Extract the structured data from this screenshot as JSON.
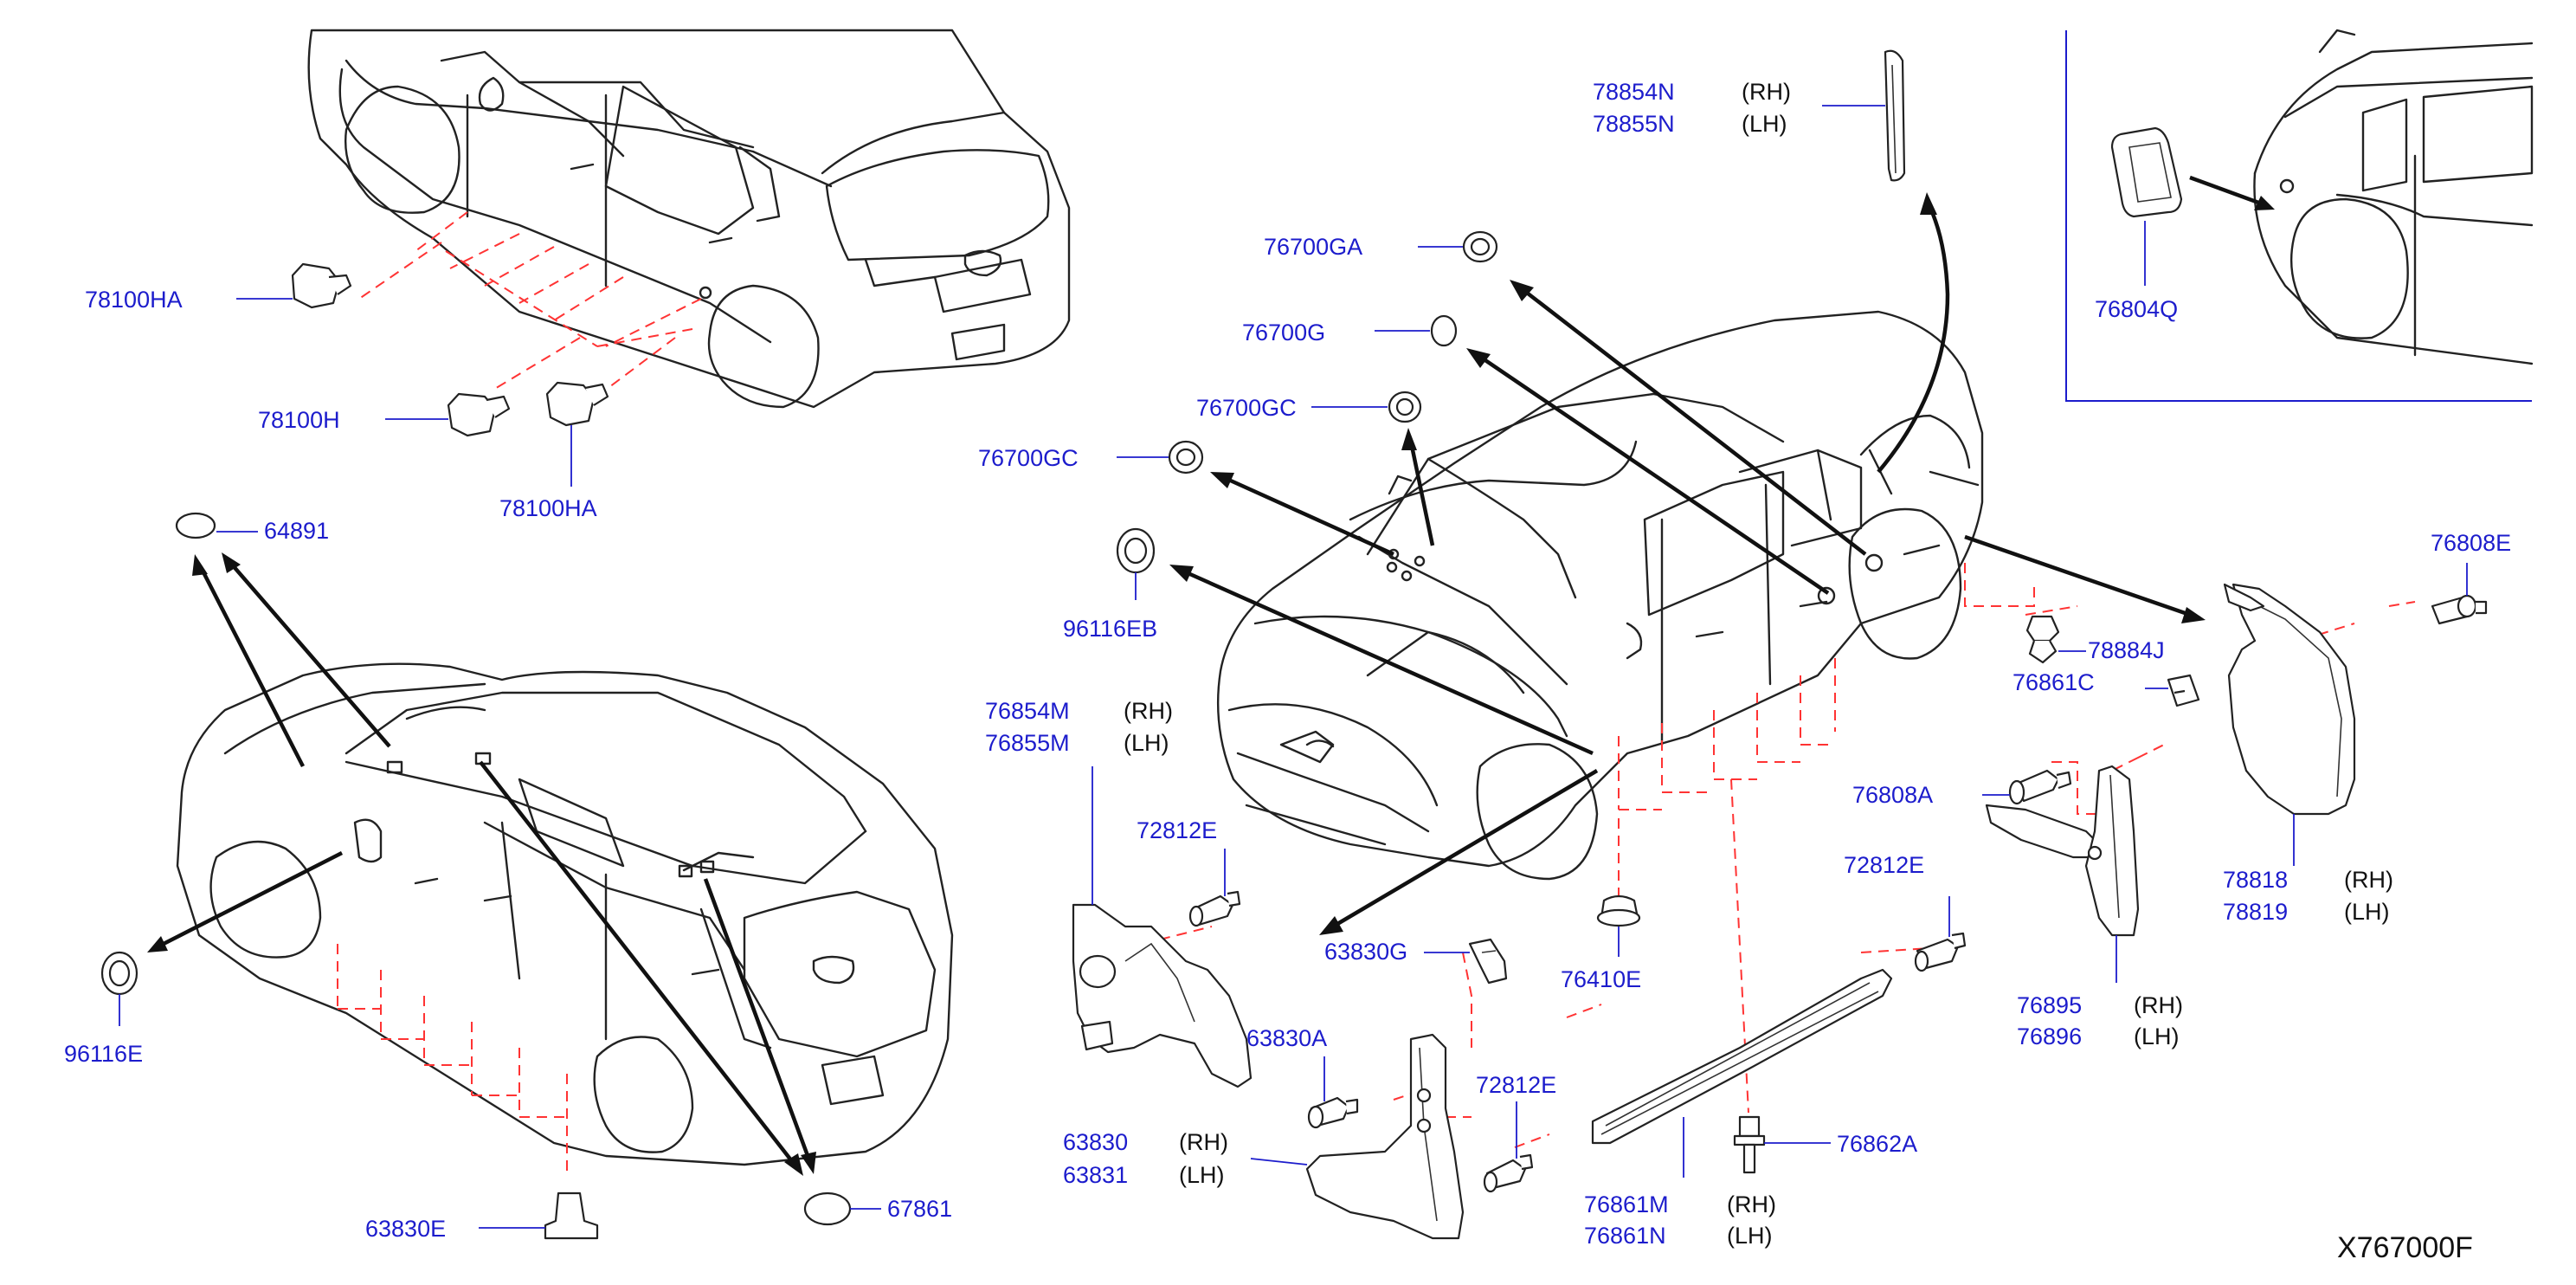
{
  "labels": {
    "p78100HA_top": "78100HA",
    "p78100H": "78100H",
    "p78100HA_bot": "78100HA",
    "p64891": "64891",
    "p96116E": "96116E",
    "p63830E": "63830E",
    "p67861": "67861",
    "p78854N": "78854N",
    "p78855N": "78855N",
    "p76700GA": "76700GA",
    "p76700G": "76700G",
    "p76700GC_a": "76700GC",
    "p76700GC_b": "76700GC",
    "p96116EB": "96116EB",
    "p76804Q": "76804Q",
    "p76808E": "76808E",
    "p78884J": "78884J",
    "p76861C": "76861C",
    "p76808A": "76808A",
    "p78818": "78818",
    "p78819": "78819",
    "p76895": "76895",
    "p76896": "76896",
    "p76854M": "76854M",
    "p76855M": "76855M",
    "p72812E_a": "72812E",
    "p72812E_b": "72812E",
    "p72812E_c": "72812E",
    "p63830G": "63830G",
    "p76410E": "76410E",
    "p63830A": "63830A",
    "p63830": "63830",
    "p63831": "63831",
    "p76862A": "76862A",
    "p76861M": "76861M",
    "p76861N": "76861N"
  },
  "sides": {
    "rh": "(RH)",
    "lh": "(LH)"
  },
  "diagram_code": "X767000F",
  "colors": {
    "part_number": "#1c1ccc",
    "dashed_guide": "#ff3333",
    "outline": "#222222"
  }
}
